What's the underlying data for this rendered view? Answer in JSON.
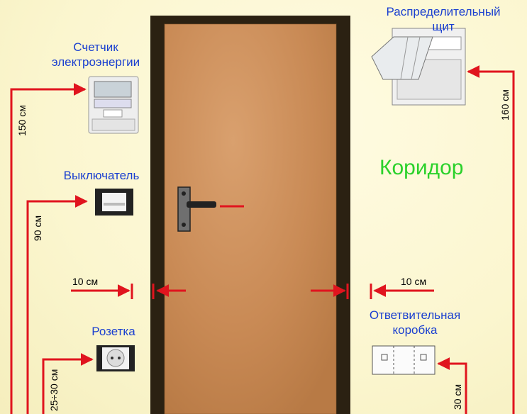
{
  "labels": {
    "meter": [
      "Счетчик",
      "электроэнергии"
    ],
    "switch": "Выключатель",
    "socket": "Розетка",
    "panel": [
      "Распределительный",
      "щит"
    ],
    "junction": [
      "Ответвительная",
      "коробка"
    ],
    "room": "Коридор"
  },
  "dimensions": {
    "meter_height": "150 см",
    "switch_height": "90 см",
    "socket_height": "25÷30 см",
    "panel_height": "160 см",
    "junction_height": "30 см",
    "left_gap": "10 см",
    "right_gap": "10 см"
  },
  "colors": {
    "line": "#e0141e",
    "label": "#1a3fd0",
    "room": "#2bd12b",
    "door": "#c98a55",
    "frame": "#2b2112"
  }
}
